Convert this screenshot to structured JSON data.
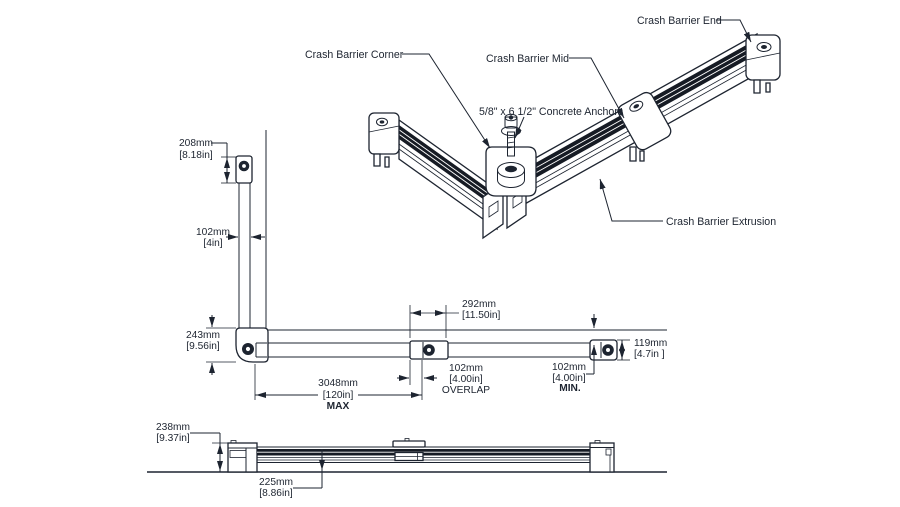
{
  "drawing": {
    "title_context": "Crash barrier installation drawing",
    "labels": {
      "corner": "Crash Barrier Corner",
      "mid": "Crash Barrier Mid",
      "end": "Crash Barrier End",
      "anchors": "5/8\" x 6 1/2\" Concrete Anchors",
      "extrusion": "Crash Barrier Extrusion"
    },
    "plan": {
      "d208": {
        "mm": "208mm",
        "in": "[8.18in]"
      },
      "d102w": {
        "mm": "102mm",
        "in": "[4in]"
      },
      "d243": {
        "mm": "243mm",
        "in": "[9.56in]"
      },
      "d292": {
        "mm": "292mm",
        "in": "[11.50in]"
      },
      "d3048": {
        "mm": "3048mm",
        "in": "[120in]",
        "note": "MAX"
      },
      "d102overlap": {
        "mm": "102mm",
        "in": "[4.00in]",
        "note": "OVERLAP"
      },
      "d102min": {
        "mm": "102mm",
        "in": "[4.00in]",
        "note": "MIN."
      },
      "d119": {
        "mm": "119mm",
        "in": "[4.7in ]"
      }
    },
    "elev": {
      "d238": {
        "mm": "238mm",
        "in": "[9.37in]"
      },
      "d225": {
        "mm": "225mm",
        "in": "[8.86in]"
      }
    },
    "colors": {
      "ink": "#1d2430",
      "background": "#ffffff"
    }
  }
}
